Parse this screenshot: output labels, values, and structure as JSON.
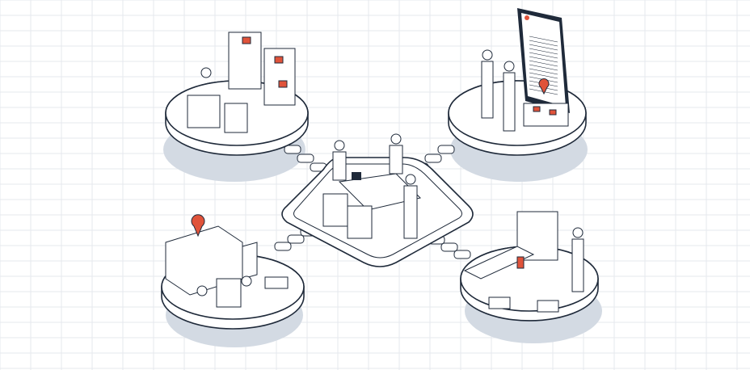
{
  "colors": {
    "line": "#1f2a3a",
    "shadow": "#d3dae3",
    "accent": "#e0533a",
    "grid": "#e6e9ee"
  },
  "scenes": [
    "warehouse-office",
    "agreement-signing",
    "meeting-hub",
    "delivery-truck",
    "factory-line"
  ]
}
